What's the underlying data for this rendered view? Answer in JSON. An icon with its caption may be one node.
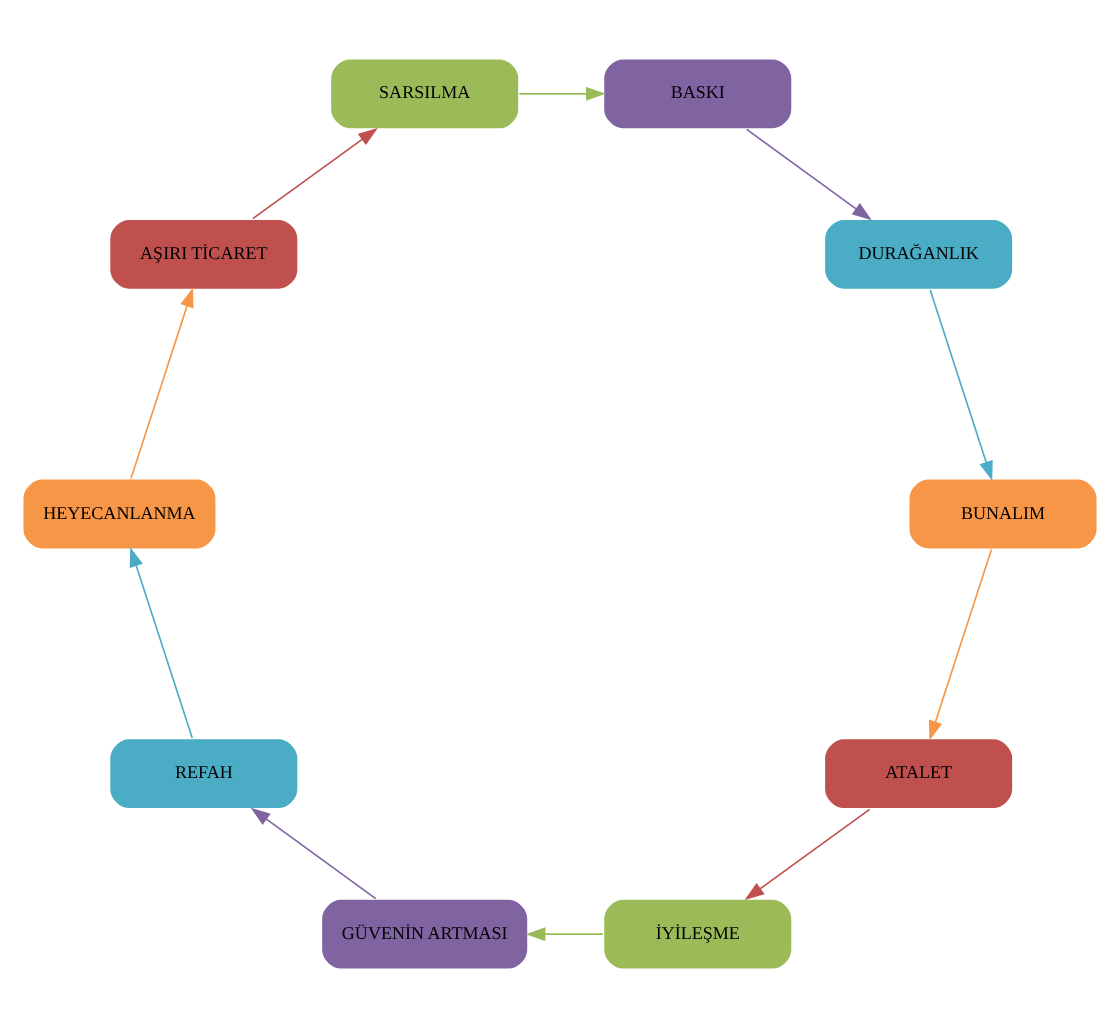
{
  "diagram": {
    "nodes": [
      {
        "text": [
          "ATALET"
        ]
      },
      {
        "text": [
          "İYİLEŞME"
        ]
      },
      {
        "text": [
          "GÜVENİN ARTMASI"
        ]
      },
      {
        "text": [
          "REFAH"
        ]
      },
      {
        "text": [
          "HEYECANLANMA"
        ]
      },
      {
        "text": [
          "AŞIRI TİCARET"
        ]
      },
      {
        "text": [
          "SARSILMA"
        ]
      },
      {
        "text": [
          "BASKI"
        ]
      },
      {
        "text": [
          "DURAĞANLIK"
        ]
      },
      {
        "text": [
          "BUNALIM"
        ]
      }
    ],
    "edges": [
      {
        "from": 0,
        "to": 1,
        "arrow": "to",
        "color": "#c0504d"
      },
      {
        "from": 1,
        "to": 2,
        "arrow": "to",
        "color": "#9bbb59"
      },
      {
        "from": 2,
        "to": 3,
        "arrow": "to",
        "color": "#8064a2"
      },
      {
        "from": 3,
        "to": 4,
        "arrow": "to",
        "color": "#4bacc6"
      },
      {
        "from": 4,
        "to": 5,
        "arrow": "to",
        "color": "#f79646"
      },
      {
        "from": 5,
        "to": 6,
        "arrow": "to",
        "color": "#c0504d"
      },
      {
        "from": 6,
        "to": 7,
        "arrow": "to",
        "color": "#9bbb59"
      },
      {
        "from": 7,
        "to": 8,
        "arrow": "to",
        "color": "#8064a2"
      },
      {
        "from": 8,
        "to": 9,
        "arrow": "to",
        "color": "#4bacc6"
      },
      {
        "from": 9,
        "to": 0,
        "arrow": "to",
        "color": "#f79646"
      }
    ]
  }
}
